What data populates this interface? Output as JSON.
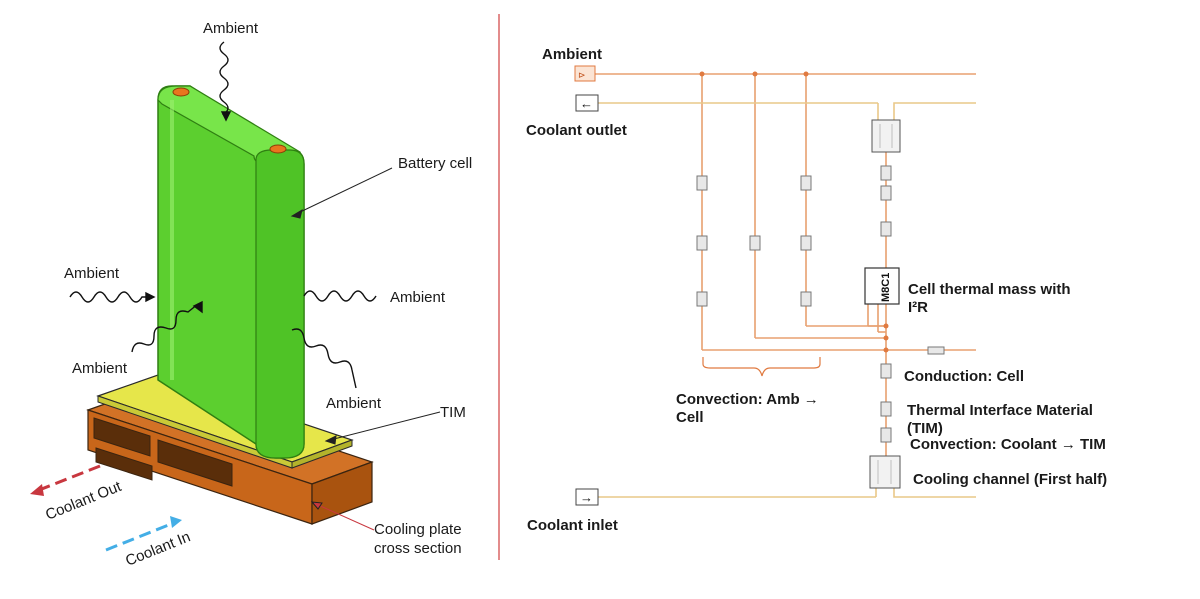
{
  "left": {
    "labels": {
      "ambient_top": "Ambient",
      "battery_cell": "Battery cell",
      "ambient_left_upper": "Ambient",
      "ambient_right": "Ambient",
      "ambient_left_lower": "Ambient",
      "ambient_bottom_right": "Ambient",
      "tim": "TIM",
      "cooling_plate_line1": "Cooling plate",
      "cooling_plate_line2": "cross section",
      "coolant_out": "Coolant Out",
      "coolant_in": "Coolant In"
    },
    "colors": {
      "cell": "#66dd33",
      "terminal": "#e8761e",
      "tim": "#e6e64a",
      "plate": "#c8661a",
      "coolant_out": "#c8373f",
      "coolant_in": "#44aee6"
    }
  },
  "right": {
    "labels": {
      "ambient": "Ambient",
      "coolant_outlet": "Coolant outlet",
      "cell_mass_line1": "Cell thermal mass with",
      "cell_mass_line2": "I²R",
      "mass_block": "M8C1",
      "convection_amb_line1": "Convection: Amb →",
      "convection_amb_line2": "Cell",
      "conduction_cell": "Conduction: Cell",
      "tim_line1": "Thermal Interface Material",
      "tim_line2": "(TIM)",
      "convection_coolant": "Convection: Coolant → TIM",
      "cooling_channel": "Cooling channel (First half)",
      "coolant_inlet": "Coolant inlet"
    },
    "colors": {
      "thermal_wire": "#e8a070",
      "fluid_wire": "#e9c889",
      "divider": "#d04040"
    }
  }
}
